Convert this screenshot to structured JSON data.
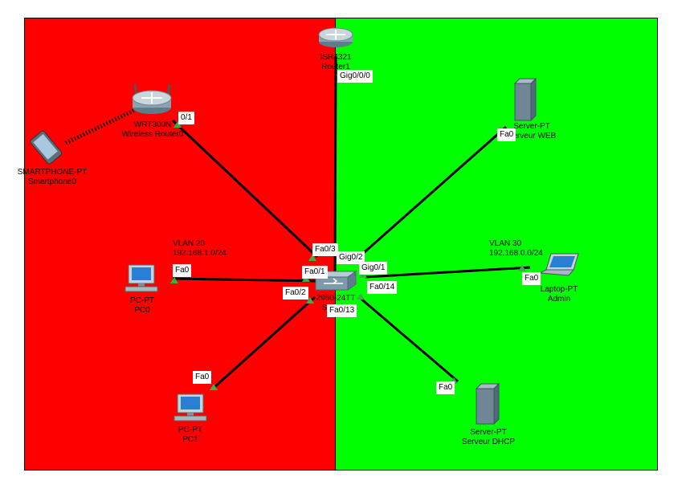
{
  "zones": {
    "red_color": "#ff0000",
    "green_color": "#00ff00"
  },
  "devices": {
    "router": {
      "type": "ISR4321",
      "name": "Router1",
      "icon": "router-icon"
    },
    "wireless_router": {
      "type": "WRT300N",
      "name": "Wireless Router0",
      "icon": "wireless-router-icon"
    },
    "smartphone": {
      "type": "SMARTPHONE-PT",
      "name": "Smartphone0",
      "icon": "smartphone-icon"
    },
    "pc0": {
      "type": "PC-PT",
      "name": "PC0",
      "icon": "pc-icon"
    },
    "pc1": {
      "type": "PC-PT",
      "name": "PC1",
      "icon": "pc-icon"
    },
    "switch": {
      "type": "2960-24TT",
      "name": "Switch0",
      "icon": "switch-icon"
    },
    "server_web": {
      "type": "Server-PT",
      "name": "Serveur WEB",
      "icon": "server-icon"
    },
    "laptop": {
      "type": "Laptop-PT",
      "name": "Admin",
      "icon": "laptop-icon"
    },
    "server_dhcp": {
      "type": "Server-PT",
      "name": "Serveur DHCP",
      "icon": "server-icon"
    }
  },
  "vlans": {
    "vlan20": {
      "name": "VLAN 20",
      "subnet": "192.168.1.0/24"
    },
    "vlan30": {
      "name": "VLAN 30",
      "subnet": "192.168.0.0/24"
    }
  },
  "ports": {
    "router_gig": "Gig0/0/0",
    "wrt_port": "0/1",
    "web_fa": "Fa0",
    "sw_fa03": "Fa0/3",
    "sw_gig02": "Gig0/2",
    "sw_fa01": "Fa0/1",
    "sw_gig01": "Gig0/1",
    "sw_fa02": "Fa0/2",
    "sw_fa14": "Fa0/14",
    "sw_fa13": "Fa0/13",
    "pc0_fa": "Fa0",
    "laptop_fa": "Fa0",
    "pc1_fa": "Fa0",
    "dhcp_fa": "Fa0"
  },
  "link_color": "#000000",
  "link_up_color": "#3cb043"
}
